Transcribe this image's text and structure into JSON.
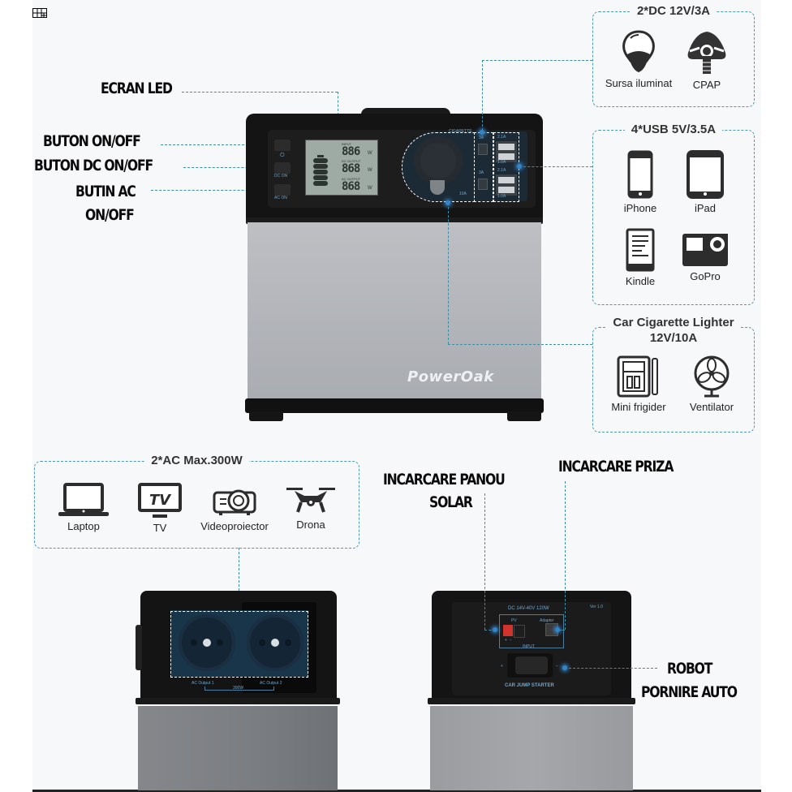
{
  "callouts": {
    "ecran_led": "ECRAN LED",
    "buton_on_off": "BUTON ON/OFF",
    "buton_dc": "BUTON DC ON/OFF",
    "buton_ac_line1": "BUTIN AC",
    "buton_ac_line2": "ON/OFF",
    "solar_line1": "INCARCARE PANOU",
    "solar_line2": "SOLAR",
    "priza": "INCARCARE PRIZA",
    "robot_line1": "ROBOT",
    "robot_line2": "PORNIRE AUTO"
  },
  "boxes": {
    "dc": {
      "title": "2*DC 12V/3A",
      "items": [
        {
          "label": "Sursa iluminat",
          "icon": "light-bulb-icon"
        },
        {
          "label": "CPAP",
          "icon": "cpap-mask-icon"
        }
      ]
    },
    "usb": {
      "title": "4*USB 5V/3.5A",
      "items": [
        {
          "label": "iPhone",
          "icon": "smartphone-icon"
        },
        {
          "label": "iPad",
          "icon": "tablet-icon"
        },
        {
          "label": "Kindle",
          "icon": "ereader-icon"
        },
        {
          "label": "GoPro",
          "icon": "action-camera-icon"
        }
      ]
    },
    "car": {
      "title_line1": "Car Cigarette Lighter",
      "title_line2": "12V/10A",
      "items": [
        {
          "label": "Mini frigider",
          "icon": "mini-fridge-icon"
        },
        {
          "label": "Ventilator",
          "icon": "fan-icon"
        }
      ]
    },
    "ac": {
      "title": "2*AC Max.300W",
      "items": [
        {
          "label": "Laptop",
          "icon": "laptop-icon"
        },
        {
          "label": "TV",
          "icon": "tv-icon"
        },
        {
          "label": "Videoproiector",
          "icon": "projector-icon"
        },
        {
          "label": "Drona",
          "icon": "drone-icon"
        }
      ]
    }
  },
  "device": {
    "brand": "PowerOak",
    "lcd": {
      "input_label": "INPUT",
      "input_value": "886",
      "dc_label": "DC OUTPUT",
      "dc_value": "868",
      "ac_label": "AC OUTPUT",
      "ac_value": "868",
      "unit": "W"
    },
    "button_labels": {
      "dc": "DC ON",
      "ac": "AC ON"
    },
    "port_labels": {
      "cig": "CIGARETTE",
      "cig_amp": "10A",
      "dc_amp_1": "3A",
      "dc_amp_2": "3A",
      "usb_1a": "2.1A",
      "usb_1b": "1.0A",
      "usb_2a": "2.1A",
      "usb_2b": "1.0A"
    },
    "ac_side": {
      "out1": "AC Output 1",
      "out2": "AC Output 2",
      "max": "300W"
    },
    "back_side": {
      "input_spec": "DC 14V-40V 120W",
      "pv": "PV",
      "input": "INPUT",
      "jump": "CAR JUMP STARTER",
      "version": "Ver 1.0",
      "adapter": "Adapter"
    }
  },
  "colors": {
    "background": "#f7f8f9",
    "callout_line": "#3d8ea3",
    "glow_dot": "#2f86c8",
    "device_black": "#141414",
    "device_silver": "#b3b6ba"
  }
}
